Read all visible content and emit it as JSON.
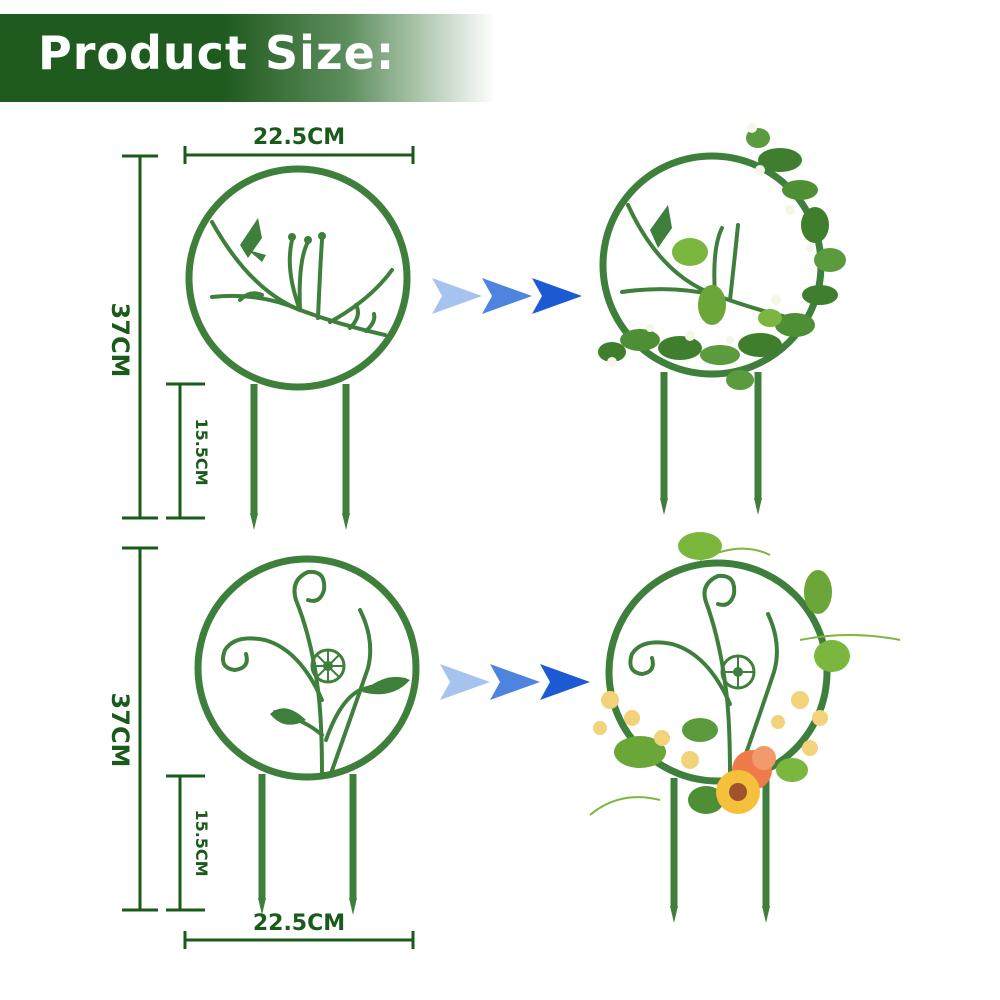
{
  "header": {
    "title": "Product Size:"
  },
  "colors": {
    "stake_green": "#3f7f3c",
    "dimension_green": "#1a5a1a",
    "banner_dark": "#1f5a1f",
    "arrow_light": "#a6c3f0",
    "arrow_mid": "#4f84de",
    "arrow_dark": "#1c5ad4"
  },
  "top_trellis": {
    "width_label": "22.5CM",
    "height_label": "37CM",
    "stake_label": "15.5CM",
    "motif": "butterfly-branch"
  },
  "bottom_trellis": {
    "width_label": "22.5CM",
    "height_label": "37CM",
    "stake_label": "15.5CM",
    "motif": "flower-swirl"
  }
}
